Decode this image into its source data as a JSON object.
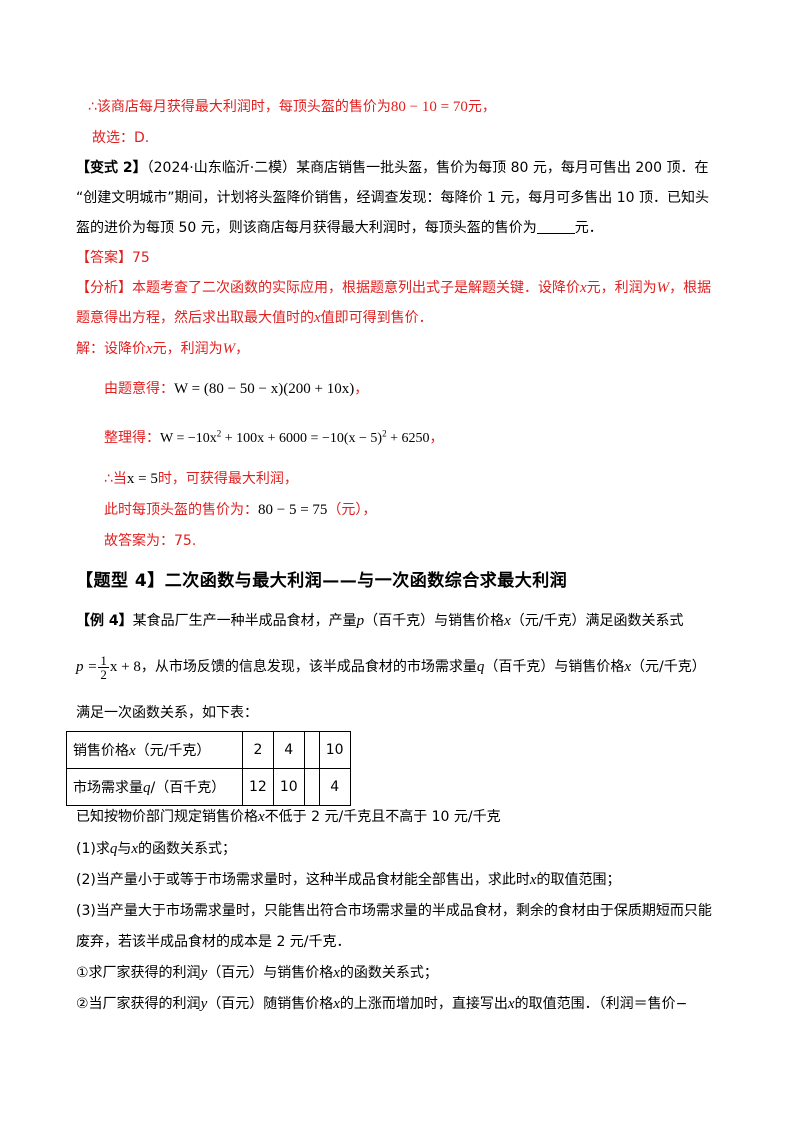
{
  "p1": {
    "conclusion_prefix": "∴该商店每月获得最大利润时，每顶头盔的售价为",
    "conclusion_math": "80 − 10 = 70",
    "conclusion_suffix": "元，",
    "answer_choice": "故选：D."
  },
  "variant2": {
    "label": "【变式 2】",
    "line1": "（2024·山东临沂·二模）某商店销售一批头盔，售价为每顶 80 元，每月可售出 200 顶．在",
    "line2": "“创建文明城市”期间，计划将头盔降价销售，经调查发现：每降价 1 元，每月可多售出 10 顶．已知头",
    "line3_prefix": "盔的进价为每顶 50 元，则该商店每月获得最大利润时，每顶头盔的售价为",
    "line3_suffix": "元．",
    "answer_label": "【答案】",
    "answer_value": "75",
    "analysis_label": "【分析】",
    "analysis_l1_a": "本题考查了二次函数的实际应用，根据题意列出式子是解题关键．设降价",
    "analysis_l1_x": "x",
    "analysis_l1_b": "元，利润为",
    "analysis_l1_w": "W",
    "analysis_l1_c": "，根据",
    "analysis_l2_a": "题意得出方程，然后求出取最大值时的",
    "analysis_l2_x": "x",
    "analysis_l2_b": "值即可得到售价．",
    "sol_label": "解：设降价",
    "sol_x": "x",
    "sol_mid": "元，利润为",
    "sol_w": "W",
    "sol_end": "，",
    "step1_label": "由题意得：",
    "step1_math": "W = (80 − 50 − x)(200 + 10x)",
    "step1_end": "，",
    "step2_label": "整理得：",
    "step2_math_a": "W = −10x",
    "step2_math_b": " + 100x + 6000 = −10(x − 5)",
    "step2_math_c": " + 6250",
    "step2_sup": "2",
    "step2_end": "，",
    "step3_a": "∴当",
    "step3_math": "x = 5",
    "step3_b": "时，可获得最大利润，",
    "step4_a": "此时每顶头盔的售价为：",
    "step4_math": "80 − 5 = 75",
    "step4_b": "（元），",
    "step5": "故答案为：75."
  },
  "type4": {
    "title": "【题型 4】二次函数与最大利润——与一次函数综合求最大利润"
  },
  "example4": {
    "label": "【例 4】",
    "l1_a": "某食品厂生产一种半成品食材，产量",
    "l1_p": "p",
    "l1_b": "（百千克）与销售价格",
    "l1_x": "x",
    "l1_c": "（元/千克）满足函数关系式",
    "eq_lhs": "p =",
    "eq_num": "1",
    "eq_den": "2",
    "eq_rhs": "x + 8",
    "l2_a": "，从市场反馈的信息发现，该半成品食材的市场需求量",
    "l2_q": "q",
    "l2_b": "（百千克）与销售价格",
    "l2_x": "x",
    "l2_c": "（元/千克）",
    "l3": "满足一次函数关系，如下表：",
    "table": {
      "row1_head_a": "销售价格",
      "row1_head_x": "x",
      "row1_head_b": "（元/千克）",
      "row1": [
        "2",
        "4",
        "",
        "10"
      ],
      "row2_head_a": "市场需求量",
      "row2_head_q": "q",
      "row2_head_b": "/（百千克）",
      "row2": [
        "12",
        "10",
        "",
        "4"
      ]
    },
    "l4_a": "已知按物价部门规定销售价格",
    "l4_x": "x",
    "l4_b": "不低于 2 元/千克且不高于 10 元/千克",
    "q1_a": "(1)求",
    "q1_q": "q",
    "q1_b": "与",
    "q1_x": "x",
    "q1_c": "的函数关系式；",
    "q2_a": "(2)当产量小于或等于市场需求量时，这种半成品食材能全部售出，求此时",
    "q2_x": "x",
    "q2_b": "的取值范围；",
    "q3_l1": "(3)当产量大于市场需求量时，只能售出符合市场需求量的半成品食材，剩余的食材由于保质期短而只能",
    "q3_l2": "废弃，若该半成品食材的成本是 2 元/千克．",
    "q3a_a": "①求厂家获得的利润",
    "q3a_y": "y",
    "q3a_b": "（百元）与销售价格",
    "q3a_x": "x",
    "q3a_c": "的函数关系式；",
    "q3b_a": "②当厂家获得的利润",
    "q3b_y": "y",
    "q3b_b": "（百元）随销售价格",
    "q3b_x": "x",
    "q3b_c": "的上涨而增加时，直接写出",
    "q3b_x2": "x",
    "q3b_d": "的取值范围．（利润＝售价−"
  }
}
